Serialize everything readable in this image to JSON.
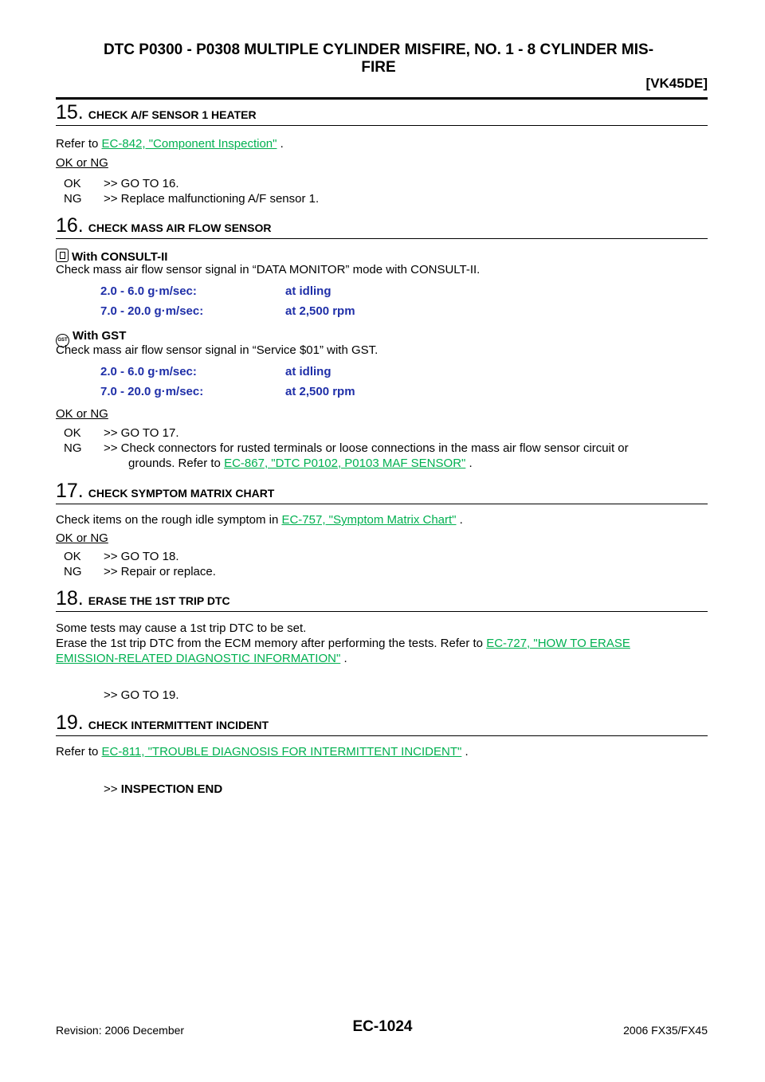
{
  "header": {
    "title_line1": "DTC P0300 - P0308 MULTIPLE CYLINDER MISFIRE, NO. 1 - 8 CYLINDER MIS-",
    "title_line2": "FIRE",
    "model_code": "[VK45DE]"
  },
  "steps": {
    "s15": {
      "num": "15.",
      "title": "CHECK A/F SENSOR 1 HEATER",
      "refer_prefix": "Refer to ",
      "refer_link": "EC-842, \"Component Inspection\"",
      "refer_suffix": " .",
      "okng": "OK or NG",
      "ok_key": "OK",
      "ok_val": ">> GO TO 16.",
      "ng_key": "NG",
      "ng_val": ">> Replace malfunctioning A/F sensor 1."
    },
    "s16": {
      "num": "16.",
      "title": "CHECK MASS AIR FLOW SENSOR",
      "mode1": "With CONSULT-II",
      "mode1_text": "Check mass air flow sensor signal in “DATA MONITOR” mode with CONSULT-II.",
      "spec1a_v": "2.0 - 6.0 g·m/sec:",
      "spec1a_c": "at idling",
      "spec1b_v": "7.0 - 20.0 g·m/sec:",
      "spec1b_c": "at 2,500 rpm",
      "gst_icon": "GST",
      "mode2": "With GST",
      "mode2_text": "Check mass air flow sensor signal in “Service $01” with GST.",
      "spec2a_v": "2.0 - 6.0 g·m/sec:",
      "spec2a_c": "at idling",
      "spec2b_v": "7.0 - 20.0 g·m/sec:",
      "spec2b_c": "at 2,500 rpm",
      "okng": "OK or NG",
      "ok_key": "OK",
      "ok_val": ">> GO TO 17.",
      "ng_key": "NG",
      "ng_val": ">> Check connectors for rusted terminals or loose connections in the mass air flow sensor circuit or",
      "ng_val2_prefix": "grounds. Refer to ",
      "ng_link": "EC-867, \"DTC P0102, P0103 MAF SENSOR\"",
      "ng_val2_suffix": " ."
    },
    "s17": {
      "num": "17.",
      "title": "CHECK SYMPTOM MATRIX CHART",
      "text_prefix": "Check items on the rough idle symptom in ",
      "link": "EC-757, \"Symptom Matrix Chart\"",
      "text_suffix": " .",
      "okng": "OK or NG",
      "ok_key": "OK",
      "ok_val": ">> GO TO 18.",
      "ng_key": "NG",
      "ng_val": ">> Repair or replace."
    },
    "s18": {
      "num": "18.",
      "title": "ERASE THE 1ST TRIP DTC",
      "line1": "Some tests may cause a 1st trip DTC to be set.",
      "line2_prefix": "Erase the 1st trip DTC from the ECM memory after performing the tests. Refer to ",
      "link_a": "EC-727, \"HOW TO ERASE",
      "link_b": "EMISSION-RELATED DIAGNOSTIC INFORMATION\"",
      "line3_suffix": " .",
      "result": ">> GO TO 19."
    },
    "s19": {
      "num": "19.",
      "title": "CHECK INTERMITTENT INCIDENT",
      "refer_prefix": "Refer to ",
      "refer_link": "EC-811, \"TROUBLE DIAGNOSIS FOR INTERMITTENT INCIDENT\"",
      "refer_suffix": " .",
      "result_arrow": ">>",
      "result_text": " INSPECTION END"
    }
  },
  "footer": {
    "revision": "Revision: 2006 December",
    "page": "EC-1024",
    "model": "2006 FX35/FX45"
  },
  "colors": {
    "link": "#00b050",
    "spec": "#1f2fa8"
  }
}
